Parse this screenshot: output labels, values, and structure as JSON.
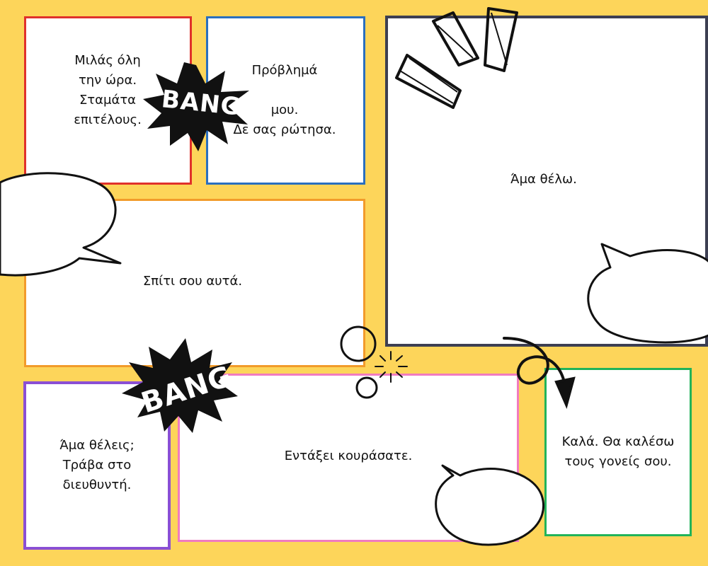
{
  "colors": {
    "background": "#fdd55a",
    "panel_1_border": "#e0312b",
    "panel_2_border": "#2a6fbf",
    "panel_3_border": "#3d3f52",
    "panel_4_border": "#f29b2b",
    "panel_5_border": "#8a4fd4",
    "panel_6_border": "#f07bc0",
    "panel_7_border": "#21b35a"
  },
  "panels": [
    {
      "text": "Μιλάς όλη\nτην ώρα.\nΣταμάτα\nεπιτέλους."
    },
    {
      "text": "Πρόβλημά\n\nμου.\nΔε σας ρώτησα."
    },
    {
      "text": "Άμα θέλω."
    },
    {
      "text": "Σπίτι σου αυτά."
    },
    {
      "text": "Άμα θέλεις;\nΤράβα στο\nδιευθυντή."
    },
    {
      "text": "Εντάξει κουράσατε."
    },
    {
      "text": "Καλά. Θα καλέσω\nτους γονείς σου."
    }
  ],
  "bursts": [
    {
      "text": "BANG"
    },
    {
      "text": "BANG"
    }
  ],
  "icons": [
    "speech-bubble-icon",
    "bang-burst-icon",
    "exclamation-marks-icon",
    "curly-arrow-icon",
    "bubbles-icon",
    "sparkle-icon"
  ]
}
